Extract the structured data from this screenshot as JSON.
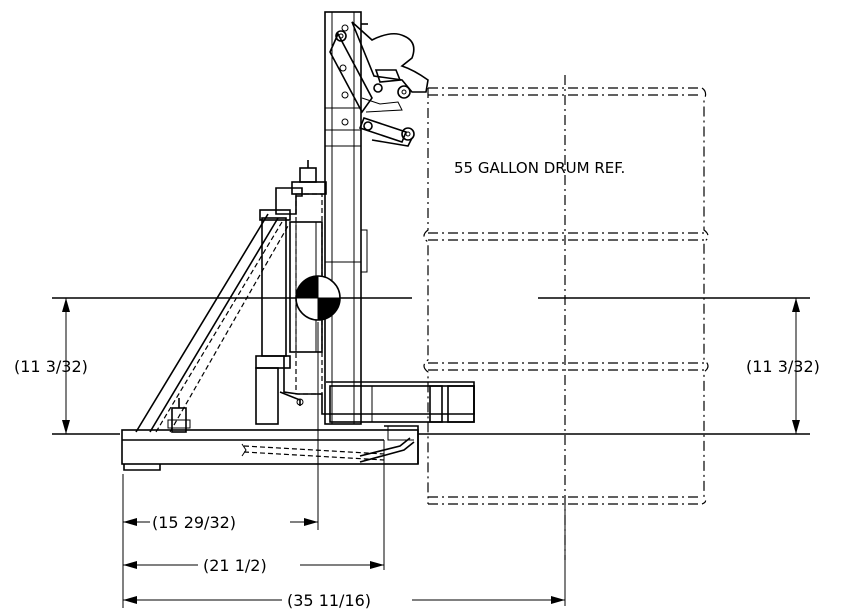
{
  "drawing": {
    "drum_label": "55 GALLON DRUM REF.",
    "dim_left_height": "(11 3/32)",
    "dim_right_height": "(11 3/32)",
    "dim_base_1": "(15 29/32)",
    "dim_base_2": "(21 1/2)",
    "dim_base_3": "(35 11/16)"
  }
}
